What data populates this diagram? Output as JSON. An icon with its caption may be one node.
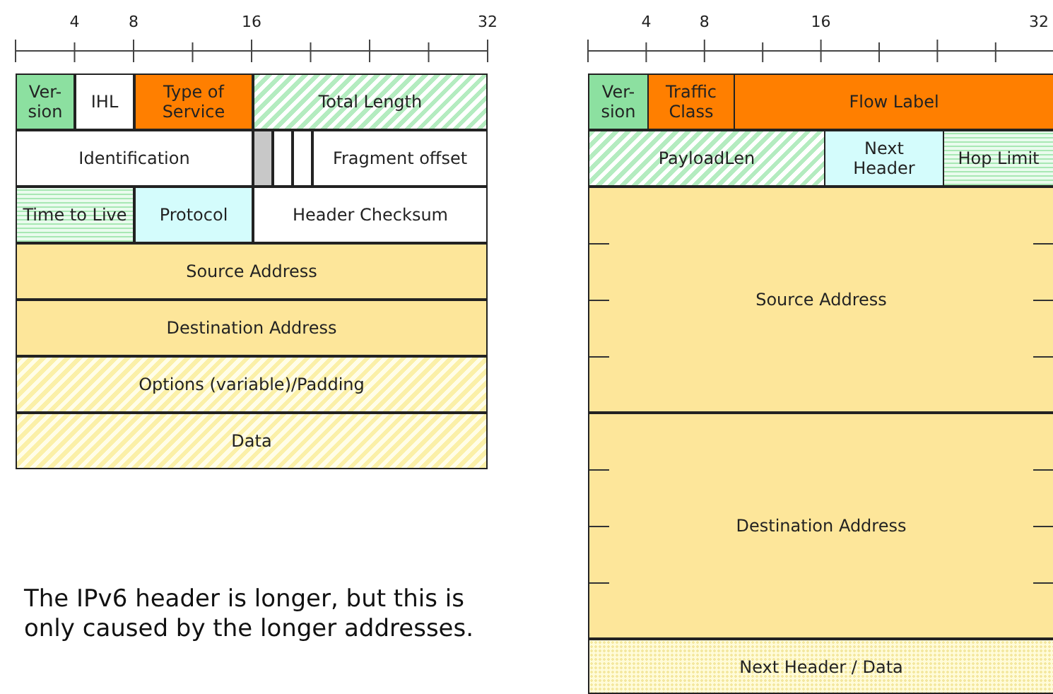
{
  "diagram": {
    "nodes": [
      {
        "text": [
          "Ver-sion"
        ]
      },
      {
        "text": [
          "IHL"
        ]
      },
      {
        "text": [
          "Type of Service"
        ]
      },
      {
        "text": [
          "Total Length"
        ]
      },
      {
        "text": [
          "Identification"
        ]
      },
      {
        "text": [],
        "shape": "box"
      },
      {
        "text": [],
        "shape": "box"
      },
      {
        "text": [],
        "shape": "box"
      },
      {
        "text": [
          "Fragment offset"
        ]
      },
      {
        "text": [
          "Time to Live"
        ]
      },
      {
        "text": [
          "Protocol"
        ]
      },
      {
        "text": [
          "Header Checksum"
        ]
      },
      {
        "text": [
          "Source Address"
        ]
      },
      {
        "text": [
          "Destination Address"
        ]
      },
      {
        "text": [
          "Options (variable)/Padding"
        ]
      },
      {
        "text": [
          "Data"
        ]
      },
      {
        "text": [
          "Ver-sion"
        ]
      },
      {
        "text": [
          "Traffic Class"
        ]
      },
      {
        "text": [
          "Flow Label"
        ]
      },
      {
        "text": [
          "PayloadLen"
        ]
      },
      {
        "text": [
          "Next Header"
        ]
      },
      {
        "text": [
          "Hop Limit"
        ]
      },
      {
        "text": [
          "Source Address"
        ]
      },
      {
        "text": [
          "Destination Address"
        ]
      },
      {
        "text": [
          "Next Header / Data"
        ]
      }
    ],
    "labels": [
      "4",
      "8",
      "16",
      "32",
      "4",
      "8",
      "16",
      "32",
      "The IPv6 header is longer, but this is only caused by the longer addresses."
    ]
  }
}
